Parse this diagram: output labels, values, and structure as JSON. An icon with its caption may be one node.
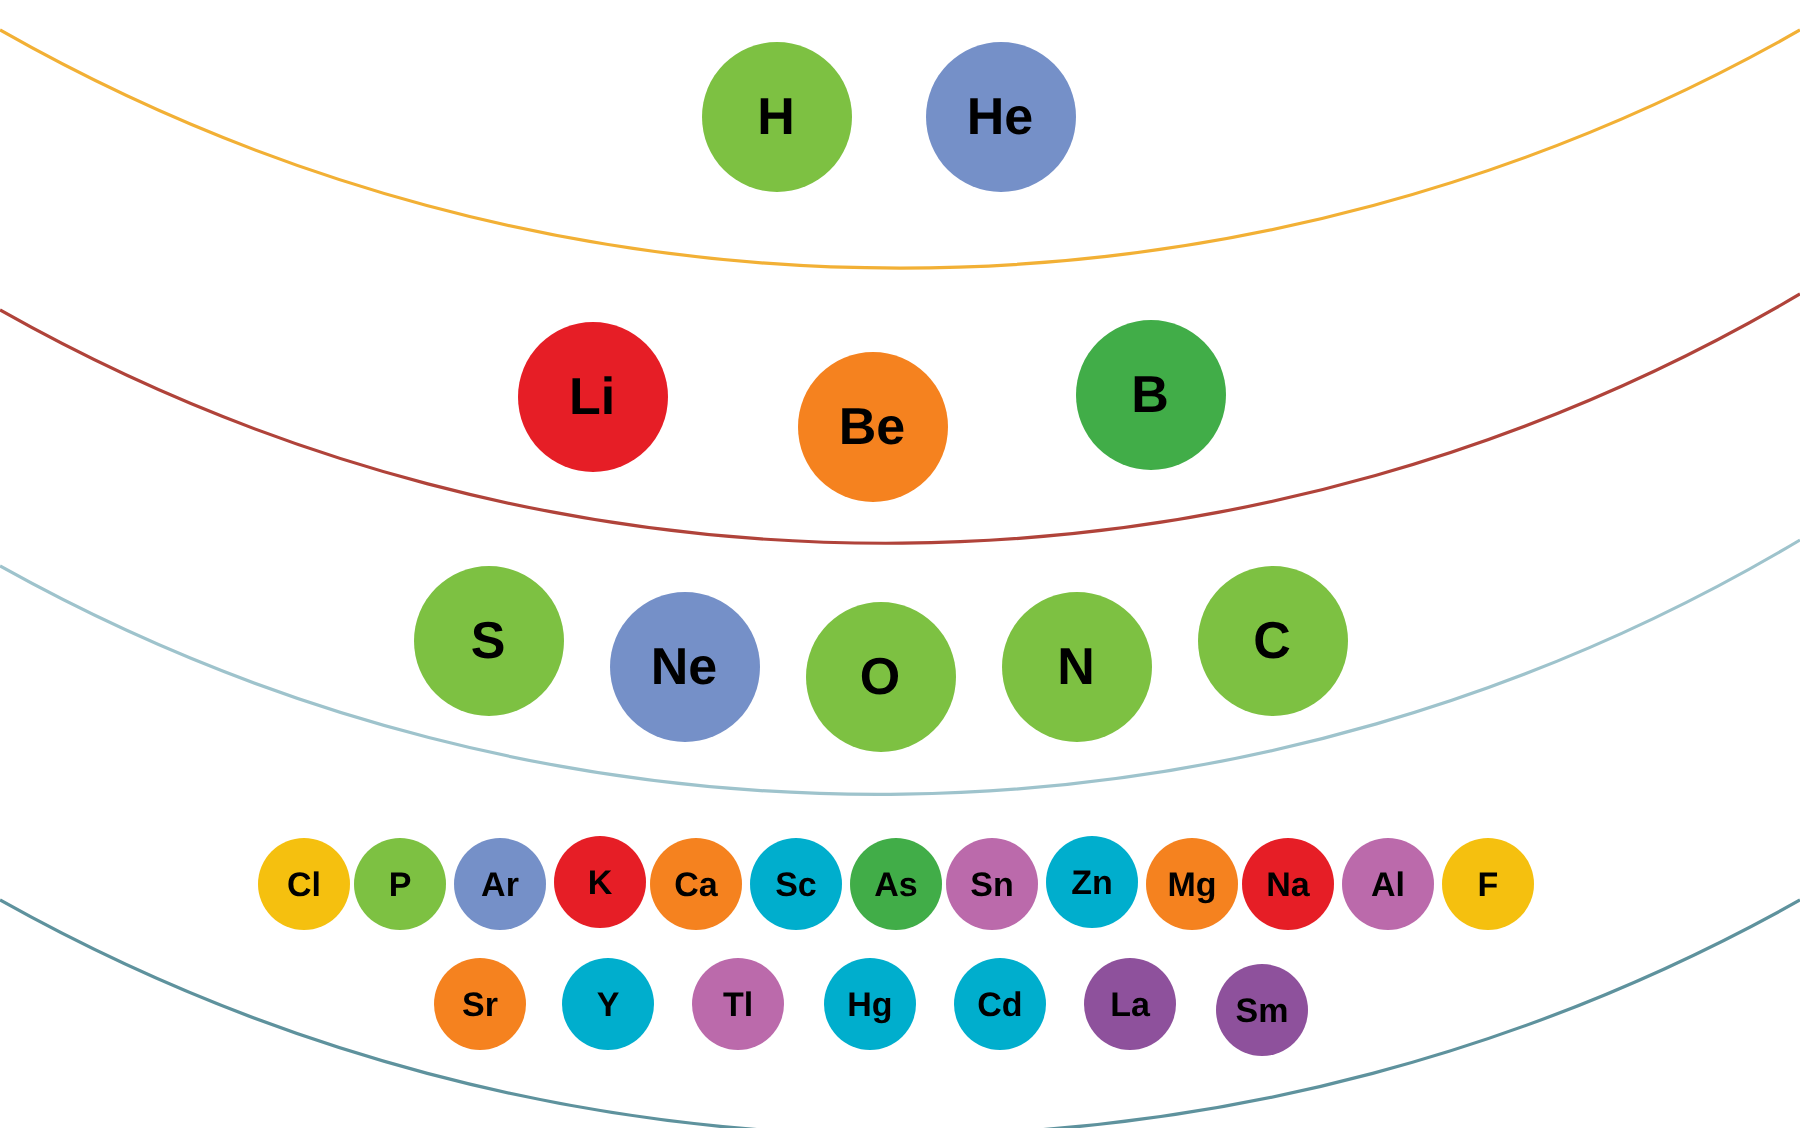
{
  "diagram": {
    "nodes": [
      {
        "text": [
          "H"
        ]
      },
      {
        "text": [
          "He"
        ]
      },
      {
        "text": [
          "Li"
        ]
      },
      {
        "text": [
          "Be"
        ]
      },
      {
        "text": [
          "B"
        ]
      },
      {
        "text": [
          "S"
        ]
      },
      {
        "text": [
          "Ne"
        ]
      },
      {
        "text": [
          "O"
        ]
      },
      {
        "text": [
          "N"
        ]
      },
      {
        "text": [
          "C"
        ]
      },
      {
        "text": [
          "Cl"
        ]
      },
      {
        "text": [
          "P"
        ]
      },
      {
        "text": [
          "Ar"
        ]
      },
      {
        "text": [
          "K"
        ]
      },
      {
        "text": [
          "Ca"
        ]
      },
      {
        "text": [
          "Sc"
        ]
      },
      {
        "text": [
          "As"
        ]
      },
      {
        "text": [
          "Sn"
        ]
      },
      {
        "text": [
          "Zn"
        ]
      },
      {
        "text": [
          "Mg"
        ]
      },
      {
        "text": [
          "Na"
        ]
      },
      {
        "text": [
          "Al"
        ]
      },
      {
        "text": [
          "F"
        ]
      },
      {
        "text": [
          "Sr"
        ]
      },
      {
        "text": [
          "Y"
        ]
      },
      {
        "text": [
          "Tl"
        ]
      },
      {
        "text": [
          "Hg"
        ]
      },
      {
        "text": [
          "Cd"
        ]
      },
      {
        "text": [
          "La"
        ]
      },
      {
        "text": [
          "Sm"
        ]
      }
    ]
  }
}
